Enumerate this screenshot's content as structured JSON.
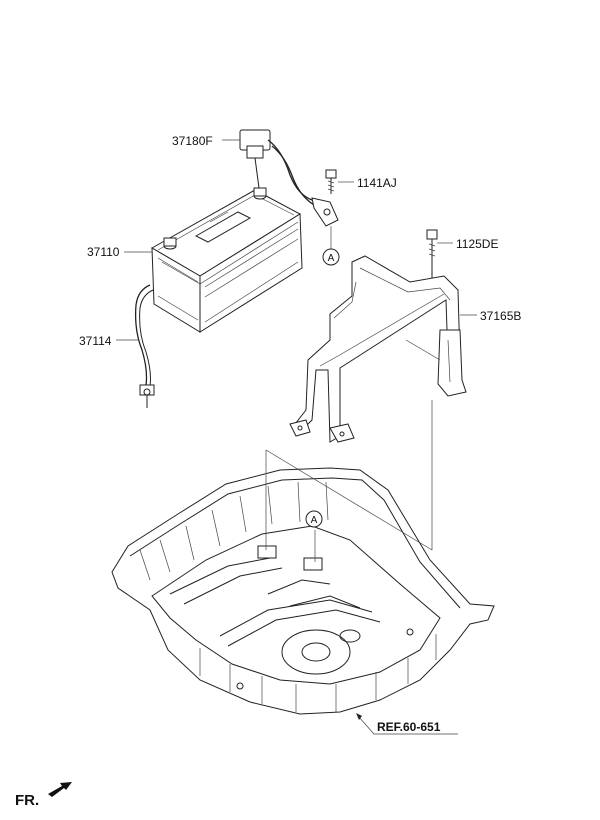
{
  "parts": {
    "cable_positive": "37180F",
    "bolt_1": "1141AJ",
    "battery": "37110",
    "bolt_2": "1125DE",
    "cable_negative": "37114",
    "tray_bracket": "37165B"
  },
  "callout_letter": "A",
  "reference": "REF.60-651",
  "front_indicator": "FR.",
  "colors": {
    "line": "#222222",
    "background": "#ffffff"
  }
}
